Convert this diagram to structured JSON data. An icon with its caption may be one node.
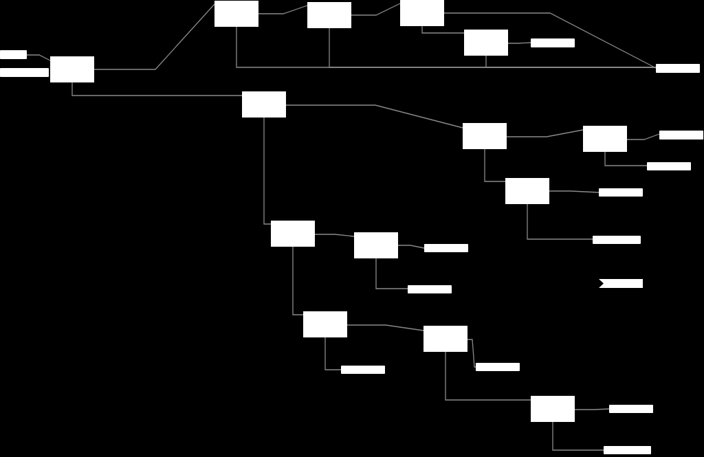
{
  "diagram": {
    "nodes": [
      {
        "text": [],
        "shape": "bar"
      },
      {
        "text": [],
        "shape": "bar"
      },
      {
        "text": [],
        "shape": "box"
      },
      {
        "text": [],
        "shape": "box"
      },
      {
        "text": [],
        "shape": "box"
      },
      {
        "text": [],
        "shape": "box"
      },
      {
        "text": [],
        "shape": "box"
      },
      {
        "text": [],
        "shape": "bar"
      },
      {
        "text": [],
        "shape": "bar"
      },
      {
        "text": [],
        "shape": "box"
      },
      {
        "text": [],
        "shape": "box"
      },
      {
        "text": [],
        "shape": "box"
      },
      {
        "text": [],
        "shape": "bar"
      },
      {
        "text": [],
        "shape": "bar"
      },
      {
        "text": [],
        "shape": "box"
      },
      {
        "text": [],
        "shape": "bar"
      },
      {
        "text": [],
        "shape": "bar"
      },
      {
        "text": [],
        "shape": "bar"
      },
      {
        "text": [],
        "shape": "box"
      },
      {
        "text": [],
        "shape": "box"
      },
      {
        "text": [],
        "shape": "bar"
      },
      {
        "text": [],
        "shape": "bar"
      },
      {
        "text": [],
        "shape": "box"
      },
      {
        "text": [],
        "shape": "box"
      },
      {
        "text": [],
        "shape": "bar"
      },
      {
        "text": [],
        "shape": "bar"
      },
      {
        "text": [],
        "shape": "box"
      },
      {
        "text": [],
        "shape": "bar"
      },
      {
        "text": [],
        "shape": "bar"
      }
    ],
    "edges": [
      {
        "from": 0,
        "to": 2,
        "arrow": "none"
      },
      {
        "from": 2,
        "to": 3,
        "arrow": "none"
      },
      {
        "from": 3,
        "to": 4,
        "arrow": "none"
      },
      {
        "from": 4,
        "to": 5,
        "arrow": "none"
      },
      {
        "from": 5,
        "to": 6,
        "arrow": "none"
      },
      {
        "from": 6,
        "to": 7,
        "arrow": "none"
      },
      {
        "from": 5,
        "to": 8,
        "arrow": "none"
      },
      {
        "from": 3,
        "to": 8,
        "arrow": "none"
      },
      {
        "from": 4,
        "to": 8,
        "arrow": "none"
      },
      {
        "from": 6,
        "to": 8,
        "arrow": "none"
      },
      {
        "from": 2,
        "to": 9,
        "arrow": "none"
      },
      {
        "from": 9,
        "to": 10,
        "arrow": "none"
      },
      {
        "from": 10,
        "to": 11,
        "arrow": "none"
      },
      {
        "from": 11,
        "to": 12,
        "arrow": "none"
      },
      {
        "from": 11,
        "to": 13,
        "arrow": "none"
      },
      {
        "from": 10,
        "to": 14,
        "arrow": "none"
      },
      {
        "from": 14,
        "to": 15,
        "arrow": "none"
      },
      {
        "from": 14,
        "to": 16,
        "arrow": "none"
      },
      {
        "from": 9,
        "to": 18,
        "arrow": "none"
      },
      {
        "from": 18,
        "to": 19,
        "arrow": "none"
      },
      {
        "from": 19,
        "to": 20,
        "arrow": "none"
      },
      {
        "from": 19,
        "to": 21,
        "arrow": "none"
      },
      {
        "from": 18,
        "to": 22,
        "arrow": "none"
      },
      {
        "from": 22,
        "to": 23,
        "arrow": "none"
      },
      {
        "from": 22,
        "to": 24,
        "arrow": "none"
      },
      {
        "from": 23,
        "to": 25,
        "arrow": "none"
      },
      {
        "from": 23,
        "to": 26,
        "arrow": "none"
      },
      {
        "from": 26,
        "to": 27,
        "arrow": "none"
      },
      {
        "from": 26,
        "to": 28,
        "arrow": "none"
      }
    ]
  }
}
